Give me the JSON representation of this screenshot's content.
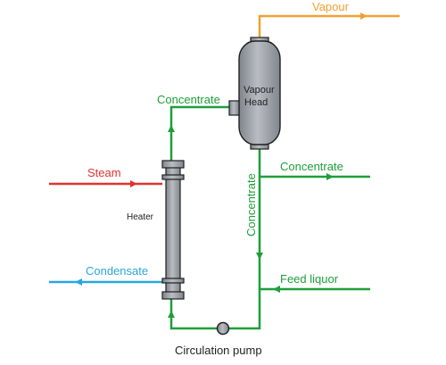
{
  "colors": {
    "vapour": "#f0a030",
    "steam": "#e0332f",
    "condensate": "#27a7df",
    "process": "#1e9e3a",
    "equipment_fill": "#9ea3a9",
    "equipment_stroke": "#1f1f1f",
    "text_dark": "#222222"
  },
  "labels": {
    "vapour": "Vapour",
    "vapour_head_line1": "Vapour",
    "vapour_head_line2": "Head",
    "concentrate_top": "Concentrate",
    "concentrate_right": "Concentrate",
    "concentrate_vertical": "Concentrate",
    "steam": "Steam",
    "heater": "Heater",
    "condensate": "Condensate",
    "feed_liquor": "Feed liquor",
    "circulation_pump": "Circulation pump"
  }
}
